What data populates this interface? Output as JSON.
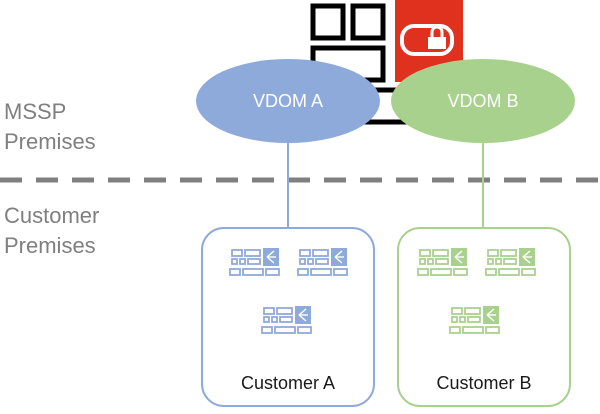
{
  "zones": {
    "mssp_label_line1": "MSSP",
    "mssp_label_line2": "Premises",
    "customer_label_line1": "Customer",
    "customer_label_line2": "Premises"
  },
  "vdoms": [
    {
      "label": "VDOM A",
      "color": "#8eaadb"
    },
    {
      "label": "VDOM B",
      "color": "#a9d18e"
    }
  ],
  "customers": [
    {
      "label": "Customer A",
      "color": "#8eaadb",
      "device_count": 3
    },
    {
      "label": "Customer B",
      "color": "#a9d18e",
      "device_count": 3
    }
  ],
  "colors": {
    "divider": "#7f7f7f",
    "zone_text": "#7f7f7f",
    "firewall_black": "#000000",
    "firewall_red": "#e0301e"
  },
  "icons": [
    "firewall-icon",
    "lock-icon",
    "network-device-icon"
  ]
}
